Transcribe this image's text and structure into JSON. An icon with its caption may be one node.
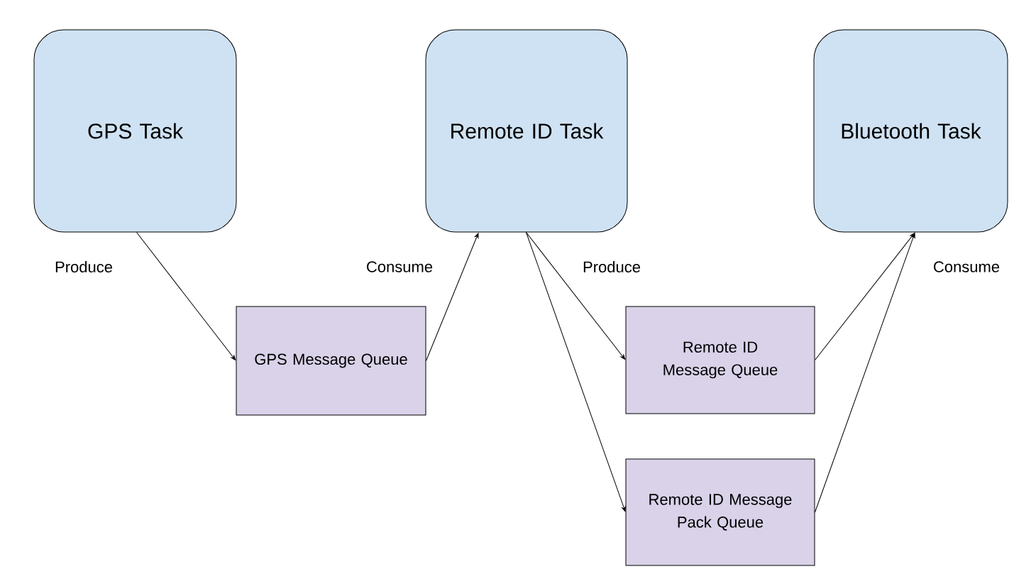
{
  "diagram": {
    "nodes": [
      {
        "text": [
          "GPS Task"
        ]
      },
      {
        "text": [
          "Remote ID Task"
        ]
      },
      {
        "text": [
          "Bluetooth Task"
        ]
      },
      {
        "text": [
          "GPS Message Queue"
        ]
      },
      {
        "text": [
          "Remote ID Message Queue"
        ]
      },
      {
        "text": [
          "Remote ID Message Pack Queue"
        ]
      }
    ],
    "edges": [
      {
        "from": 0,
        "to": 3,
        "arrow": "to",
        "label": "Produce"
      },
      {
        "from": 3,
        "to": 1,
        "arrow": "to",
        "label": "Consume"
      },
      {
        "from": 1,
        "to": 4,
        "arrow": "to",
        "label": "Produce"
      },
      {
        "from": 1,
        "to": 5,
        "arrow": "to"
      },
      {
        "from": 4,
        "to": 2,
        "arrow": "to",
        "label": "Consume"
      },
      {
        "from": 5,
        "to": 2,
        "arrow": "to"
      }
    ]
  }
}
